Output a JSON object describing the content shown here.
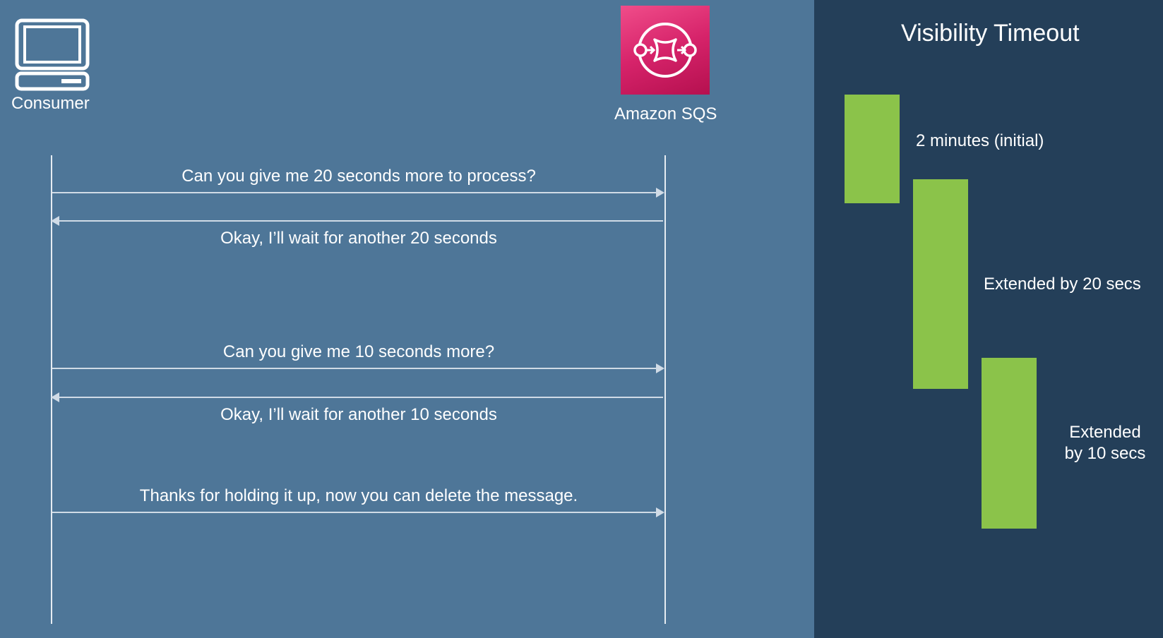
{
  "actors": {
    "consumer": {
      "label": "Consumer",
      "icon": "computer-icon"
    },
    "sqs": {
      "label": "Amazon SQS",
      "icon": "sqs-queue-icon",
      "color": "#e7157b"
    }
  },
  "messages": [
    {
      "text": "Can you give me 20 seconds more to process?",
      "direction": "consumer-to-sqs"
    },
    {
      "text": "Okay, I’ll wait for another 20 seconds",
      "direction": "sqs-to-consumer"
    },
    {
      "text": "Can you give me 10 seconds more?",
      "direction": "consumer-to-sqs"
    },
    {
      "text": "Okay, I’ll wait for another 10 seconds",
      "direction": "sqs-to-consumer"
    },
    {
      "text": "Thanks for holding it up,  now you can delete the message.",
      "direction": "consumer-to-sqs"
    }
  ],
  "visibility_timeout": {
    "title": "Visibility Timeout",
    "bar_color": "#8bc34a",
    "segments": [
      {
        "label": "2 minutes (initial)"
      },
      {
        "label": "Extended by 20 secs"
      },
      {
        "label_line1": "Extended",
        "label_line2": "by 10 secs"
      }
    ]
  },
  "colors": {
    "left_background": "#4e7698",
    "right_background": "#243f59"
  }
}
